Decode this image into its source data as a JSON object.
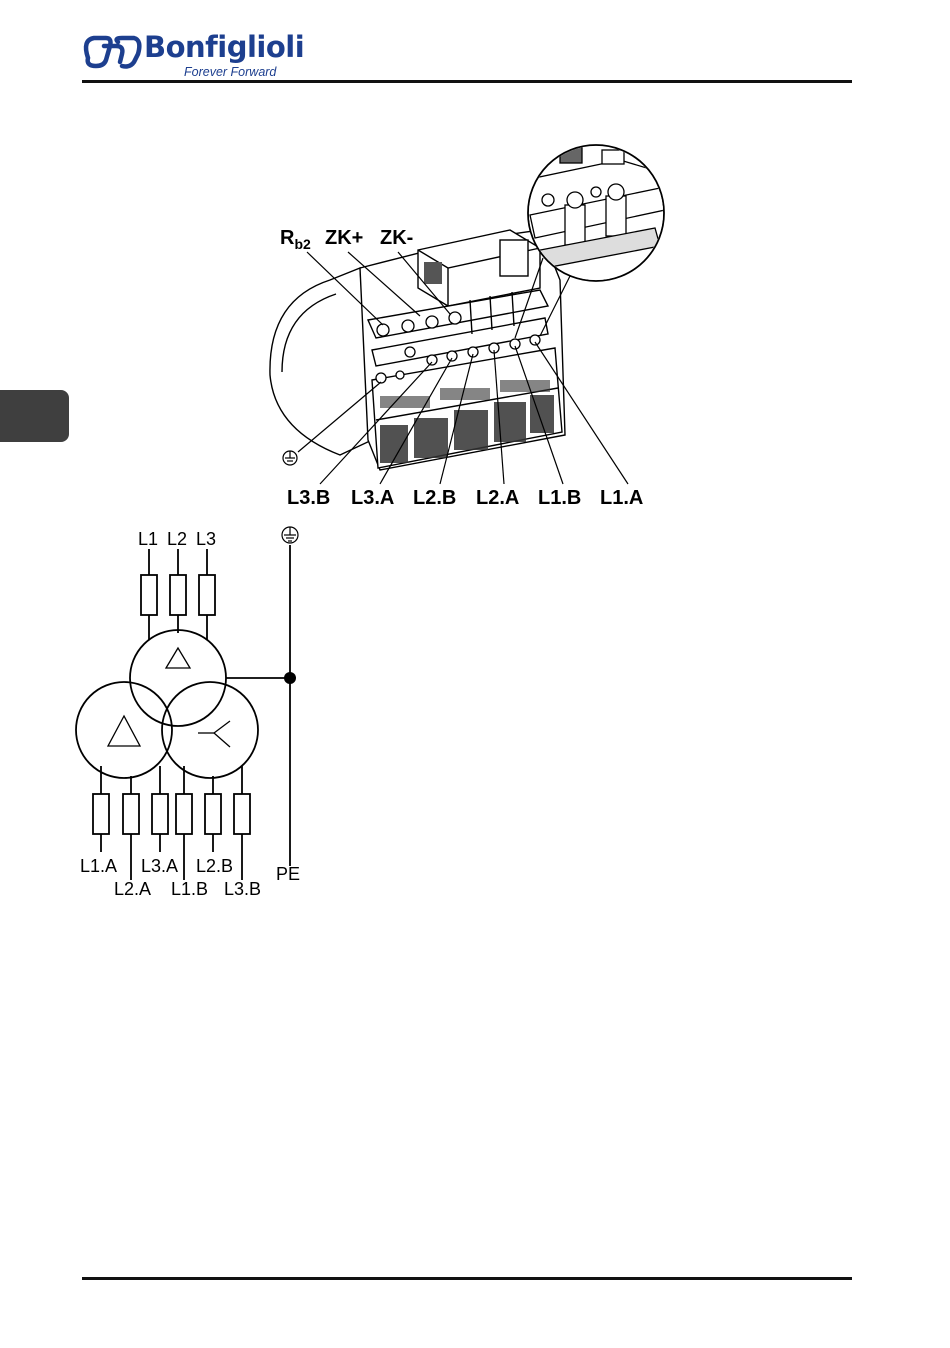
{
  "header": {
    "brand": "Bonfiglioli",
    "tagline": "Forever Forward",
    "brand_color": "#1d3f8f"
  },
  "photo_labels": {
    "top": {
      "rb2_base": "R",
      "rb2_sub": "b2",
      "zk_plus": "ZK+",
      "zk_minus": "ZK-"
    },
    "bottom": [
      "L3.B",
      "L3.A",
      "L2.B",
      "L2.A",
      "L1.B",
      "L1.A"
    ],
    "ground_icon": "ground-symbol-icon"
  },
  "schematic": {
    "inputs": [
      "L1",
      "L2",
      "L3"
    ],
    "outputs_row1": [
      "L1.A",
      "L3.A",
      "L2.B"
    ],
    "outputs_row2": [
      "L2.A",
      "L1.B",
      "L3.B"
    ],
    "pe": "PE",
    "winding_symbols": [
      "delta",
      "delta",
      "star"
    ]
  },
  "sidebar": {
    "tab_color": "#3f3f3f"
  }
}
